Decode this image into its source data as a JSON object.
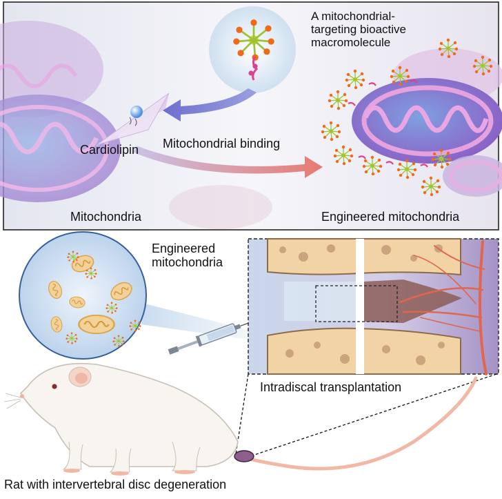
{
  "top_panel": {
    "macromolecule_label": [
      "A mitochondrial-",
      "targeting bioactive",
      "macromolecule"
    ],
    "cardiolipin_label": "Cardiolipin",
    "binding_label": "Mitochondrial binding",
    "mitochondria_label": "Mitochondria",
    "engineered_label": "Engineered mitochondria"
  },
  "bottom_panel": {
    "engineered_label": [
      "Engineered",
      "mitochondria"
    ],
    "transplant_label": "Intradiscal transplantation",
    "rat_label": "Rat with intervertebral disc degeneration"
  },
  "colors": {
    "mito_purple": "#8e5fc0",
    "mito_pink": "#d98bd6",
    "polymer_green": "#9cc332",
    "polymer_orange": "#f06a1c",
    "bone_tan": "#f2d3a6",
    "vessel_red": "#e0664c",
    "disc_purple": "#b7a7cf"
  },
  "icons": [
    "mitochondrion-icon",
    "star-polymer-icon",
    "syringe-icon",
    "rat-icon",
    "spine-disc-icon"
  ]
}
